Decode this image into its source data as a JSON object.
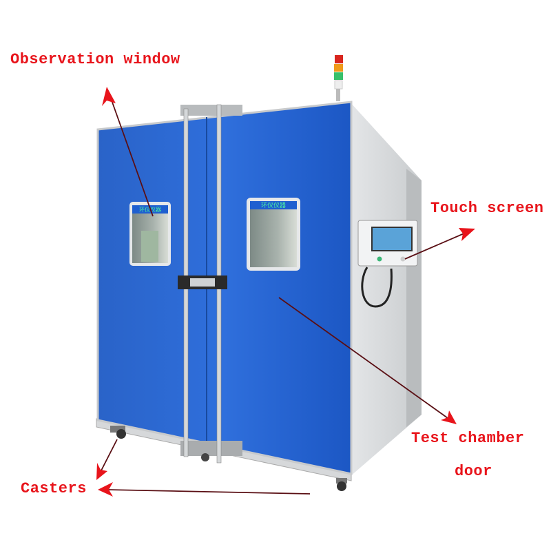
{
  "labels": {
    "observation_window": "Observation window",
    "touch_screen": "Touch screen",
    "test_chamber_door_line1": "Test chamber",
    "test_chamber_door_line2": "door",
    "casters": "Casters"
  },
  "window_sign": "环仪仪器",
  "colors": {
    "label_text": "#e8141b",
    "arrow_line": "#5a0f14",
    "arrowhead": "#e8141b",
    "door_blue": "#1f5fc8",
    "side_panel": "#d9dcde"
  }
}
